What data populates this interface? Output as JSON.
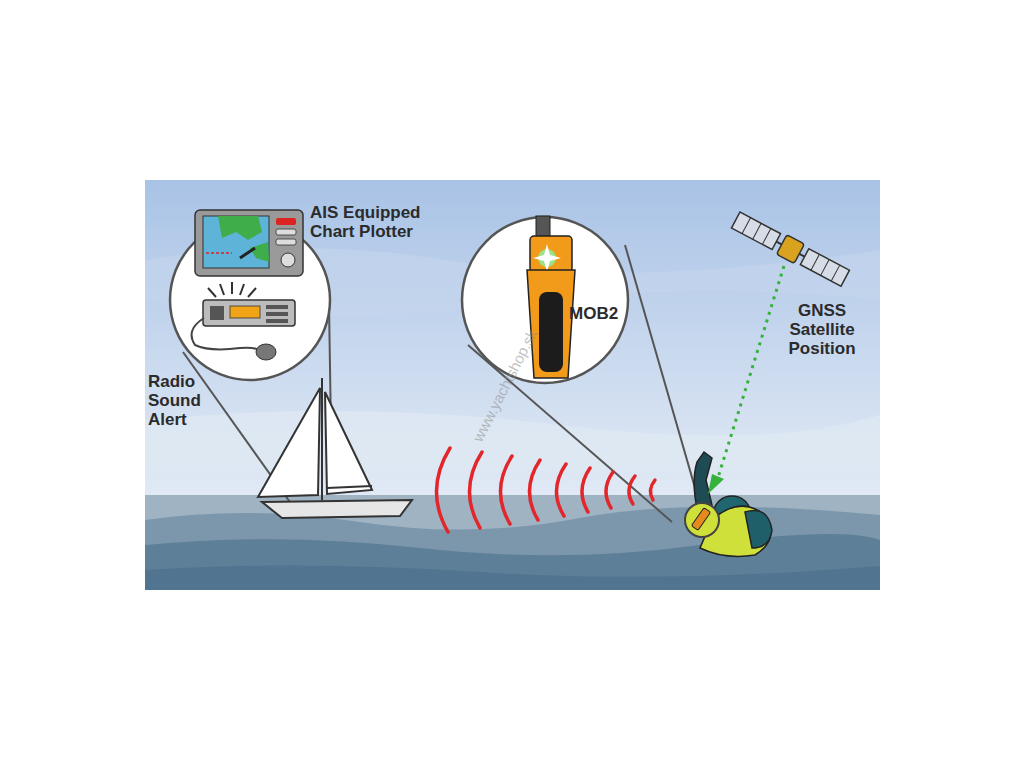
{
  "diagram": {
    "nodes": [
      {
        "text": [
          "AIS Equipped Chart Plotter",
          "Radio Sound Alert"
        ]
      },
      {
        "text": [
          "MOB2"
        ]
      }
    ],
    "labels": [
      "GNSS Satellite Position",
      "www.yachtshop.sk"
    ]
  }
}
